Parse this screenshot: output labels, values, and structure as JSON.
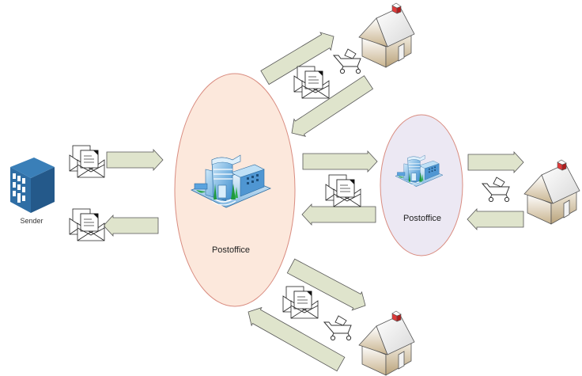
{
  "diagram": {
    "type": "mail-flow",
    "nodes": {
      "sender": {
        "label": "Sender",
        "icon": "office-building-icon",
        "color": "#2d6a9f"
      },
      "main_postoffice": {
        "label": "Postoffice",
        "icon": "postoffice-building-icon",
        "fill": "#fce8dc",
        "stroke": "#d98c80"
      },
      "relay_postoffice": {
        "label": "Postoffice",
        "icon": "postoffice-building-icon",
        "fill": "#ece8f3",
        "stroke": "#d98c80"
      },
      "houses": [
        {
          "id": "house-top",
          "icon": "house-icon"
        },
        {
          "id": "house-right",
          "icon": "house-icon"
        },
        {
          "id": "house-bottom",
          "icon": "house-icon"
        }
      ]
    },
    "edges": [
      {
        "from": "sender",
        "to": "main_postoffice",
        "carries": "letters-icon"
      },
      {
        "from": "main_postoffice",
        "to": "sender",
        "carries": "letters-icon"
      },
      {
        "from": "main_postoffice",
        "to": "house-top",
        "carries": "letters-icon"
      },
      {
        "from": "house-top",
        "to": "main_postoffice",
        "carries": "mail-cart-icon"
      },
      {
        "from": "main_postoffice",
        "to": "relay_postoffice",
        "carries": "letters-icon"
      },
      {
        "from": "relay_postoffice",
        "to": "main_postoffice",
        "carries": "letters-icon"
      },
      {
        "from": "relay_postoffice",
        "to": "house-right",
        "carries": "mail-cart-icon"
      },
      {
        "from": "house-right",
        "to": "relay_postoffice",
        "carries": "mail-cart-icon"
      },
      {
        "from": "main_postoffice",
        "to": "house-bottom",
        "carries": "letters-icon"
      },
      {
        "from": "house-bottom",
        "to": "main_postoffice",
        "carries": "mail-cart-icon"
      }
    ],
    "colors": {
      "arrow_fill": "#dfe4cc",
      "arrow_stroke": "#555555"
    }
  }
}
